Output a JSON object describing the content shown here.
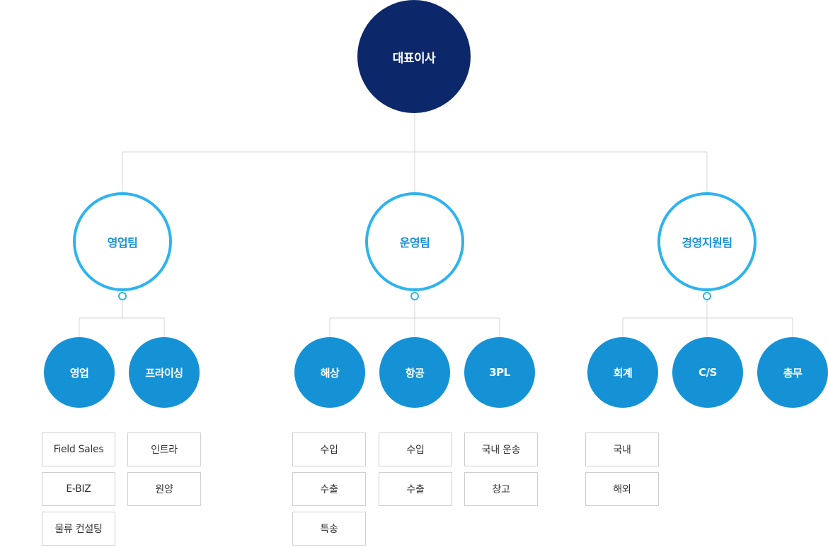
{
  "ceo": {
    "label": "대표이사"
  },
  "teams": [
    {
      "label": "영업팀",
      "units": [
        {
          "label": "영업",
          "items": [
            "Field Sales",
            "E-BIZ",
            "물류 컨설팅"
          ]
        },
        {
          "label": "프라이싱",
          "items": [
            "인트라",
            "원양"
          ]
        }
      ]
    },
    {
      "label": "운영팀",
      "units": [
        {
          "label": "해상",
          "items": [
            "수입",
            "수출",
            "특송"
          ]
        },
        {
          "label": "항공",
          "items": [
            "수입",
            "수출"
          ]
        },
        {
          "label": "3PL",
          "items": [
            "국내 운송",
            "창고"
          ]
        }
      ]
    },
    {
      "label": "경영지원팀",
      "units": [
        {
          "label": "회계",
          "items": [
            "국내",
            "해외"
          ]
        },
        {
          "label": "C/S",
          "items": []
        },
        {
          "label": "총무",
          "items": []
        }
      ]
    }
  ],
  "colors": {
    "ceo_fill": "#0c286b",
    "team_ring": "#2fb3ee",
    "team_text": "#1592d6",
    "unit_fill": "#1592d6",
    "connector": "#d4d4d4",
    "box_border": "#cfcfcf"
  }
}
